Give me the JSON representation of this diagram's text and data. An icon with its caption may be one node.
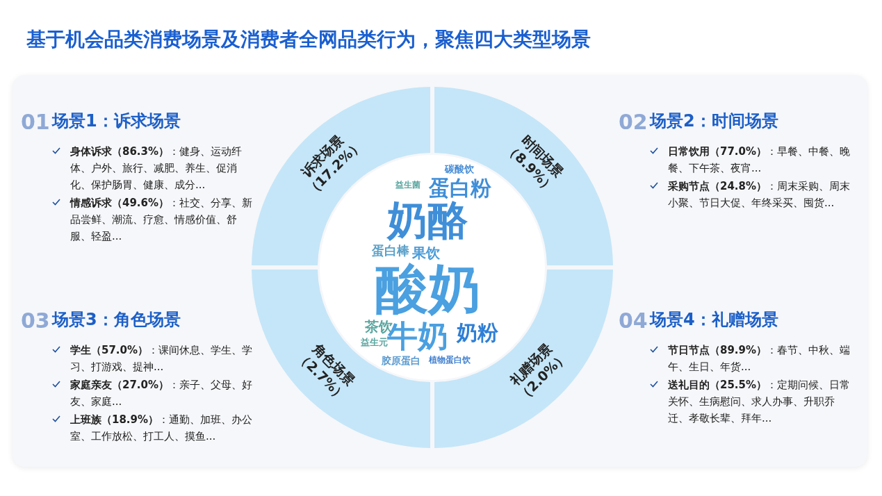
{
  "diagram": {
    "title": "基于机会品类消费场景及消费者全网品类行为，聚焦四大类型场景",
    "nodes": [
      {
        "text": [
          "场景1：诉求场景",
          "**身体诉求（86.3%）**：健身、运动纤体、户外、旅行、减肥、养生、促消化、保护肠胃、健康、成分...",
          "**情感诉求（49.6%）**：社交、分享、新品尝鲜、潮流、疗愈、情感价值、舒服、轻盈..."
        ]
      },
      {
        "text": [
          "场景2：时间场景",
          "**日常饮用（77.0%）**：早餐、中餐、晚餐、下午茶、夜宵...",
          "**采购节点（24.8%）**：周末采购、周末小聚、节日大促、年终采买、囤货..."
        ]
      },
      {
        "text": [
          "场景3：角色场景",
          "**学生（57.0%）**：课间休息、学生、学习、打游戏、提神...",
          "**家庭亲友（27.0%）**：亲子、父母、好友、家庭...",
          "**上班族（18.9%）**：通勤、加班、办公室、工作放松、打工人、摸鱼..."
        ]
      },
      {
        "text": [
          "场景4：礼赠场景",
          "**节日节点（89.9%）**：春节、中秋、端午、生日、年货...",
          "**送礼目的（25.5%）**：定期问候、日常关怀、生病慰问、求人办事、升职乔迁、孝敬长辈、拜年..."
        ]
      },
      {
        "text": [
          "诉求场景（17.2%）"
        ]
      },
      {
        "text": [
          "时间场景（8.9%）"
        ]
      },
      {
        "text": [
          "角色场景（2.7%）"
        ]
      },
      {
        "text": [
          "礼赠场景（2.0%）"
        ]
      },
      {
        "text": [
          "碳酸饮",
          "益生菌",
          "蛋白粉",
          "奶酪",
          "蛋白棒",
          "果饮",
          "酸奶",
          "茶饮",
          "益生元",
          "牛奶",
          "奶粉",
          "胶原蛋白",
          "植物蛋白饮"
        ]
      }
    ],
    "labels": [
      "01",
      "02",
      "03",
      "04"
    ]
  }
}
